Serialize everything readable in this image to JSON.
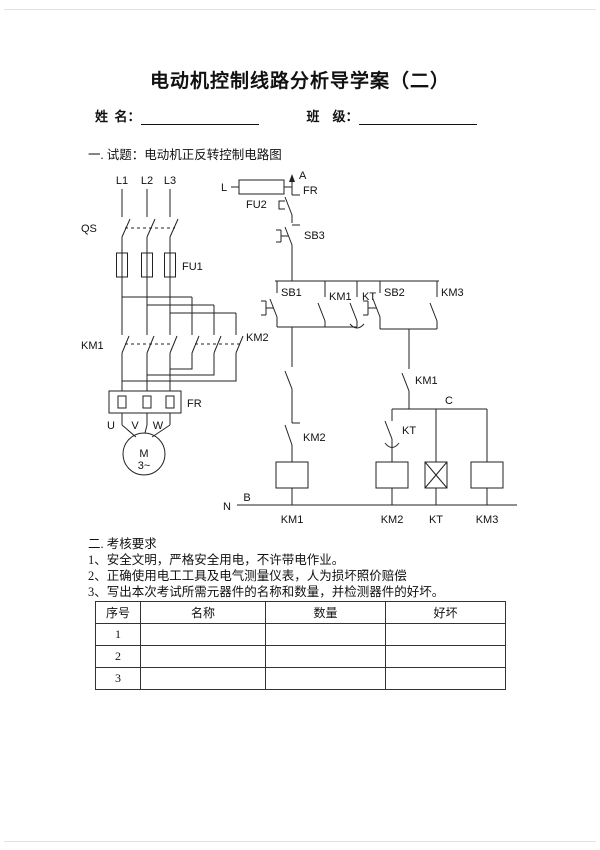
{
  "page": {
    "title": "电动机控制线路分析导学案（二）",
    "name_label": "姓  名：",
    "class_label": "班    级：",
    "section1_heading": "一. 试题：电动机正反转控制电路图",
    "section2_heading": "二. 考核要求",
    "requirements": [
      "1、安全文明，严格安全用电，不许带电作业。",
      "2、正确使用电工工具及电气测量仪表，人为损坏照价赔偿",
      "3、写出本次考试所需元器件的名称和数量，并检测器件的好坏。"
    ]
  },
  "circuit": {
    "labels": {
      "l1": "L1",
      "l2": "L2",
      "l3": "L3",
      "qs": "QS",
      "fu1": "FU1",
      "km1_main": "KM1",
      "km2_main": "KM2",
      "fr_main": "FR",
      "u": "U",
      "v": "V",
      "w": "W",
      "motor": "M",
      "motor_phase": "3~",
      "l": "L",
      "fu2": "FU2",
      "point_a": "A",
      "point_b": "B",
      "point_c": "C",
      "n": "N",
      "fr_ctl": "FR",
      "sb3": "SB3",
      "sb1": "SB1",
      "km1_aux": "KM1",
      "kt_top": "KT",
      "sb2": "SB2",
      "km3_aux": "KM3",
      "km1_mid": "KM1",
      "kt_mid": "KT",
      "km2_interlock": "KM2",
      "coil_km1": "KM1",
      "coil_km2": "KM2",
      "coil_kt": "KT",
      "coil_km3": "KM3"
    }
  },
  "table": {
    "headers": [
      "序号",
      "名称",
      "数量",
      "好坏"
    ],
    "rows": [
      [
        "1",
        "",
        "",
        ""
      ],
      [
        "2",
        "",
        "",
        ""
      ],
      [
        "3",
        "",
        "",
        ""
      ]
    ]
  }
}
